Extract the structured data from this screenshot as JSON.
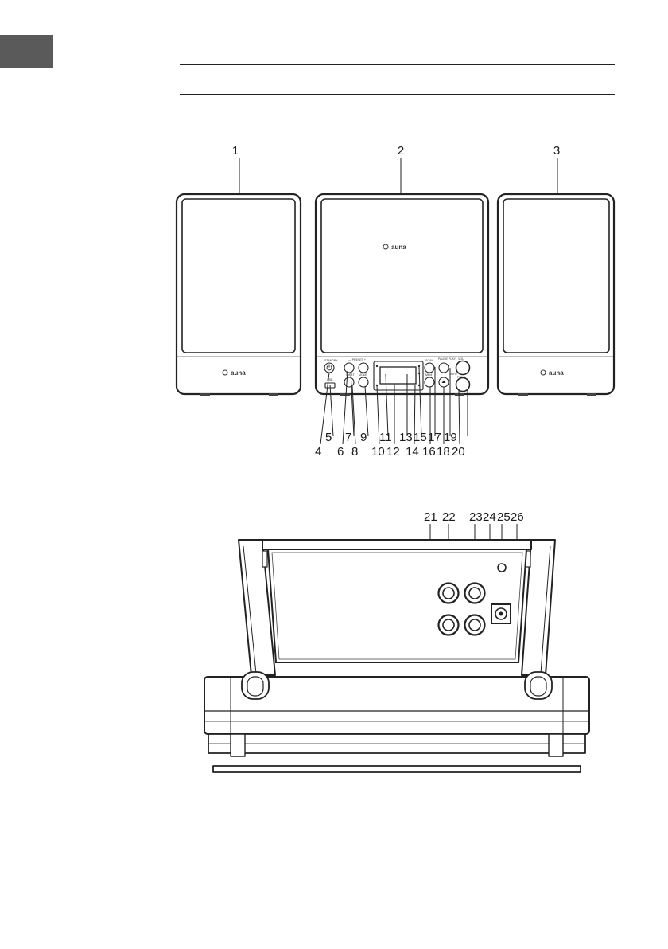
{
  "header": {
    "tab_color": "#5a5a5a"
  },
  "front_view": {
    "brand": "auna",
    "callouts": [
      "1",
      "2",
      "3",
      "4",
      "5",
      "6",
      "7",
      "8",
      "9",
      "10",
      "11",
      "12",
      "13",
      "14",
      "15",
      "16",
      "17",
      "18",
      "19",
      "20"
    ],
    "panel_labels": {
      "standby": "STANDBY",
      "usb": "USB",
      "preset": "— PRESET +",
      "fm": "FM",
      "bt": "BT",
      "play_pause": "PAUSE PLAY",
      "vol": "VOL",
      "func": "FUNC",
      "mode": "MODE",
      "scan": "SCAN",
      "mem": "MEM",
      "info": "INFO"
    }
  },
  "rear_view": {
    "callouts": [
      "21",
      "22",
      "23",
      "24",
      "25",
      "26"
    ]
  }
}
